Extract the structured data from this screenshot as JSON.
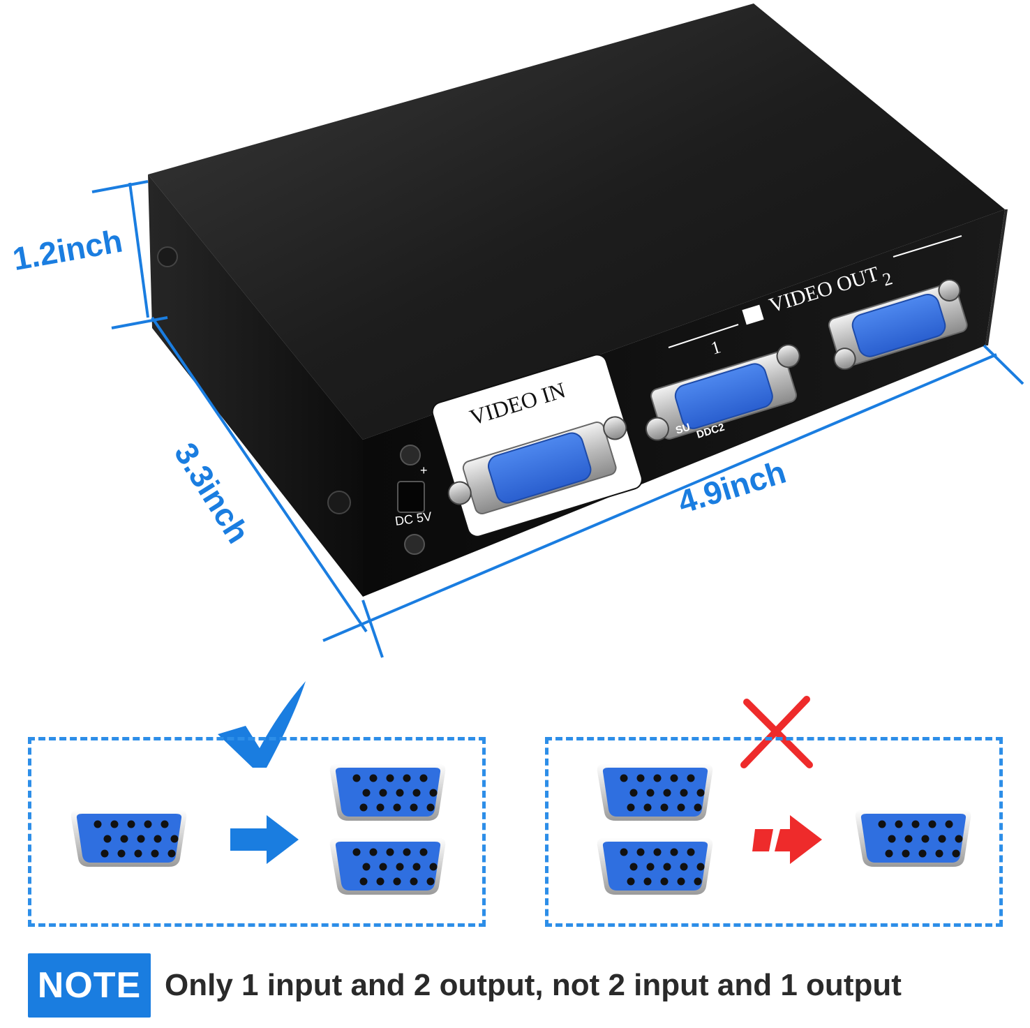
{
  "dimensions": {
    "height": "1.2inch",
    "depth": "3.3inch",
    "width": "4.9inch"
  },
  "device": {
    "input_label": "VIDEO IN",
    "output_label": "VIDEO OUT",
    "output_1": "1",
    "output_2": "2",
    "power_label": "DC 5V",
    "power_plus": "+",
    "port_marking": "SU",
    "ddc_label": "DDC2"
  },
  "diagram": {
    "correct_icon": "checkmark-icon",
    "wrong_icon": "cross-icon",
    "colors": {
      "accent": "#1a7de0",
      "dashed": "#2d8ee8",
      "port_blue": "#2f6fe0",
      "wrong": "#ee2b2b"
    }
  },
  "note": {
    "badge": "NOTE",
    "text": "Only 1 input and 2 output, not 2 input and 1 output"
  }
}
